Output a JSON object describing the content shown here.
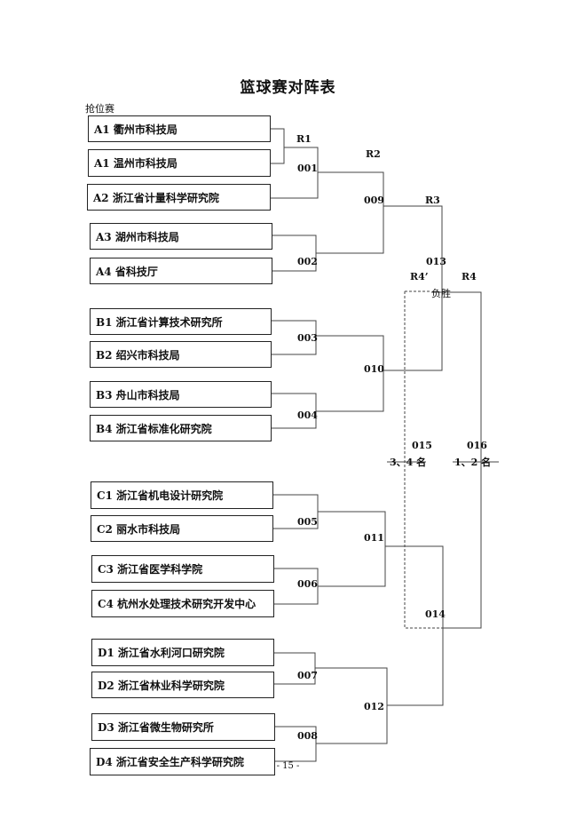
{
  "title": "篮球赛对阵表",
  "subtitle": "抢位赛",
  "teams": [
    "A1 衢州市科技局",
    "A1 温州市科技局",
    "A2 浙江省计量科学研究院",
    "A3 湖州市科技局",
    "A4 省科技厅",
    "B1 浙江省计算技术研究所",
    "B2 绍兴市科技局",
    "B3 舟山市科技局",
    "B4 浙江省标准化研究院",
    "C1 浙江省机电设计研究院",
    "C2 丽水市科技局",
    "C3 浙江省医学科学院",
    "C4 杭州水处理技术研究开发中心",
    "D1 浙江省水利河口研究院",
    "D2 浙江省林业科学研究院",
    "D3 浙江省微生物研究所",
    "D4 浙江省安全生产科学研究院"
  ],
  "rounds": {
    "r1": "R1",
    "r2": "R2",
    "r3": "R3",
    "r4p": "R4’",
    "r4": "R4"
  },
  "matches": {
    "m001": "001",
    "m002": "002",
    "m003": "003",
    "m004": "004",
    "m005": "005",
    "m006": "006",
    "m007": "007",
    "m008": "008",
    "m009": "009",
    "m010": "010",
    "m011": "011",
    "m012": "012",
    "m013": "013",
    "m014": "014",
    "m015": "015",
    "m016": "016"
  },
  "annotations": {
    "loser": "负胜",
    "place34": "3、4 名",
    "place12": "1、2 名"
  },
  "page_number": "- 15 -"
}
